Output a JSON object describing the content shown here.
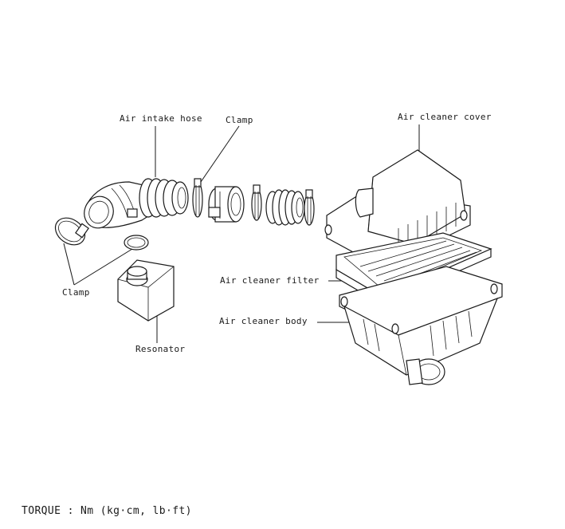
{
  "labels": {
    "air_intake_hose": "Air intake hose",
    "clamp_top": "Clamp",
    "air_cleaner_cover": "Air cleaner cover",
    "air_cleaner_filter": "Air cleaner filter",
    "air_cleaner_body": "Air cleaner body",
    "clamp_left": "Clamp",
    "resonator": "Resonator"
  },
  "footer": {
    "torque": "TORQUE : Nm (kg·cm, lb·ft)"
  }
}
